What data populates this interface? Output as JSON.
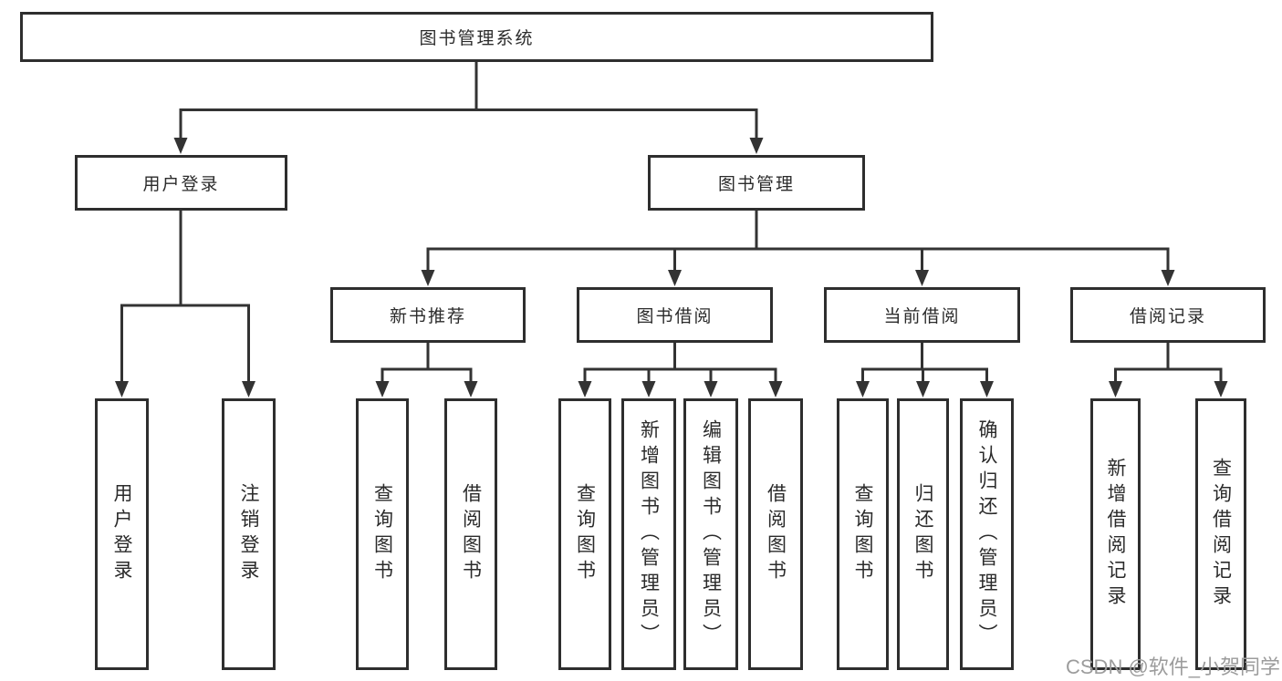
{
  "tree": {
    "label": "图书管理系统",
    "children": [
      {
        "label": "用户登录",
        "children": [
          {
            "label": "用户登录"
          },
          {
            "label": "注销登录"
          }
        ]
      },
      {
        "label": "图书管理",
        "children": [
          {
            "label": "新书推荐",
            "children": [
              {
                "label": "查询图书"
              },
              {
                "label": "借阅图书"
              }
            ]
          },
          {
            "label": "图书借阅",
            "children": [
              {
                "label": "查询图书"
              },
              {
                "label": "新增图书（管理员）"
              },
              {
                "label": "编辑图书（管理员）"
              },
              {
                "label": "借阅图书"
              }
            ]
          },
          {
            "label": "当前借阅",
            "children": [
              {
                "label": "查询图书"
              },
              {
                "label": "归还图书"
              },
              {
                "label": "确认归还（管理员）"
              }
            ]
          },
          {
            "label": "借阅记录",
            "children": [
              {
                "label": "新增借阅记录"
              },
              {
                "label": "查询借阅记录"
              }
            ]
          }
        ]
      }
    ]
  },
  "watermark": "CSDN @软件_小贺同学",
  "colors": {
    "line": "#333333",
    "box_border": "#2e2e2e",
    "box_fill": "#ffffff",
    "text_color": "#2b2b2b",
    "watermark_color": "#9c9c9c",
    "background": "#ffffff"
  }
}
